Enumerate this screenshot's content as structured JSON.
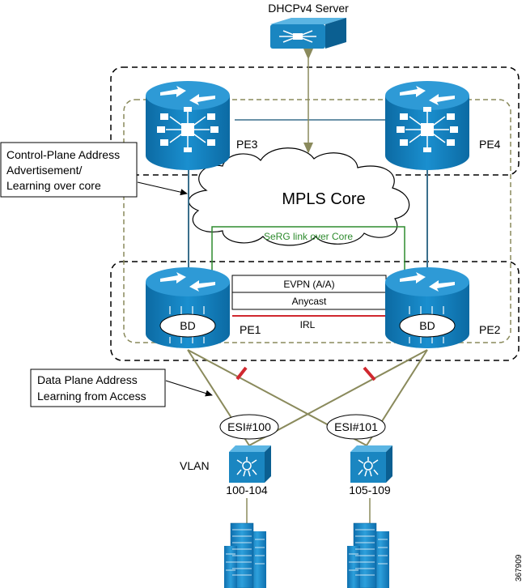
{
  "labels": {
    "dhcp_server": "DHCPv4 Server",
    "pe3": "PE3",
    "pe4": "PE4",
    "pe1": "PE1",
    "pe2": "PE2",
    "mpls_core": "MPLS Core",
    "serg_link": "SeRG link over Core",
    "evpn": "EVPN (A/A)",
    "anycast": "Anycast",
    "irl": "IRL",
    "bd_left": "BD",
    "bd_right": "BD",
    "esi_left": "ESI#100",
    "esi_right": "ESI#101",
    "vlan": "VLAN",
    "vlan_left": "100-104",
    "vlan_right": "105-109",
    "figure_id": "367909"
  },
  "callouts": {
    "control_plane": [
      "Control-Plane Address",
      "Advertisement/",
      "Learning over core"
    ],
    "data_plane": [
      "Data Plane Address",
      "Learning from Access"
    ]
  },
  "icons": [
    "router-icon",
    "switch-icon",
    "building-icon",
    "cloud-icon"
  ],
  "colors": {
    "router": "#1a86c1",
    "router_dark": "#0b5f91",
    "link_blue": "#3a6f8c",
    "serg_green": "#2e8b2e",
    "access_link": "#8a8a5c",
    "irl_red": "#d0282f",
    "dashed_olive": "#8a8a5c"
  }
}
